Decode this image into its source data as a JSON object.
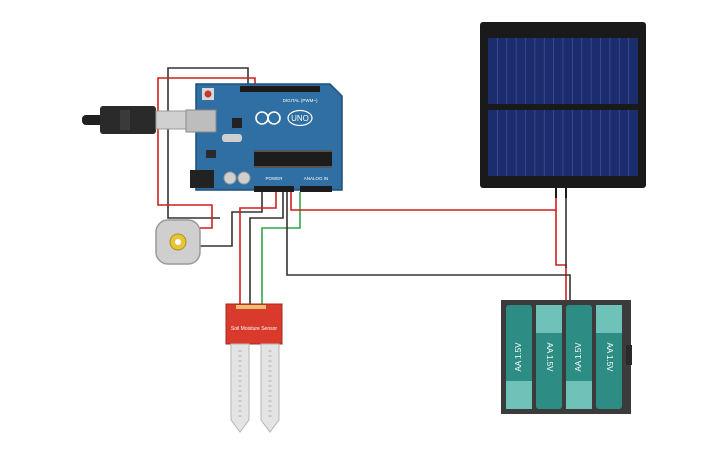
{
  "colors": {
    "wire_red": "#d21f1f",
    "wire_black": "#333333",
    "wire_green": "#2fa84a",
    "board_blue": "#2f6fa3",
    "board_dark": "#1f4f7a",
    "sensor_red": "#d93a2c",
    "battery_teal": "#2d8d84",
    "battery_holder": "#3b3b3b",
    "solar_cell": "#1c2d6e",
    "solar_frame": "#1a1a1a"
  },
  "arduino": {
    "logo": "UNO",
    "header_digital": "DIGITAL (PWM~)",
    "header_power": "POWER",
    "header_analog": "ANALOG IN"
  },
  "sensor": {
    "label": "Soil Moisture Sensor"
  },
  "battery": {
    "cells": [
      {
        "label": "AA 1.5V"
      },
      {
        "label": "AA 1.5V"
      },
      {
        "label": "AA 1.5V"
      },
      {
        "label": "AA 1.5V"
      }
    ]
  }
}
